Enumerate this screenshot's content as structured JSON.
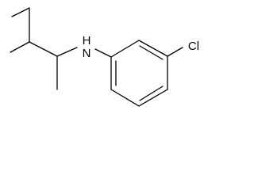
{
  "molecule": {
    "atoms": {
      "nitrogen": {
        "symbol": "N",
        "hydrogen": "H"
      },
      "chlorine": {
        "symbol": "Cl"
      }
    },
    "bond_color": "#000000",
    "background_color": "#ffffff"
  }
}
